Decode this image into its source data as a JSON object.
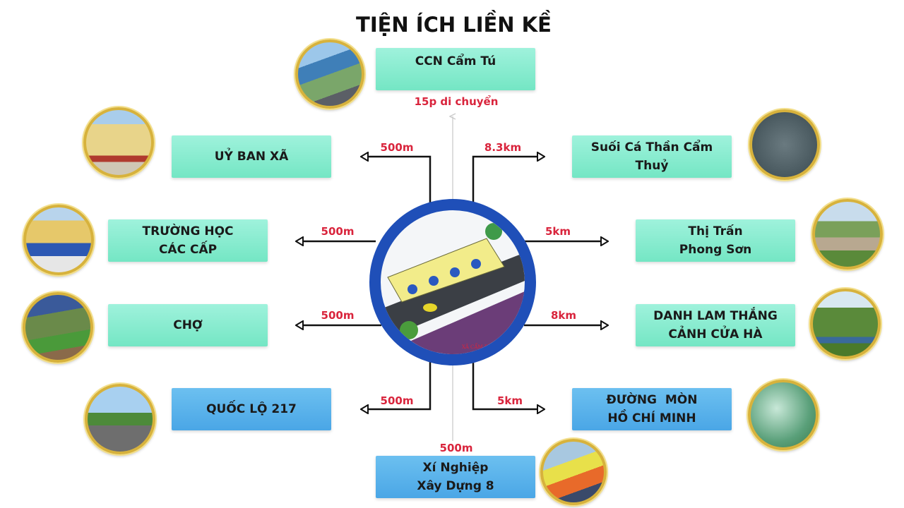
{
  "title": "TIỆN ÍCH LIỀN KỀ",
  "hub": {
    "caption": "XÃ CẨM BÌNH - HU",
    "ring_color": "#1f4fb8"
  },
  "top": {
    "label": "CCN Cẩm Tú",
    "note": "15p di chuyển"
  },
  "bottom": {
    "label_line1": "Xí Nghiệp",
    "label_line2": "Xây Dựng 8",
    "distance": "500m"
  },
  "left": [
    {
      "label_line1": "UỶ BAN XÃ",
      "label_line2": "",
      "distance": "500m"
    },
    {
      "label_line1": "TRƯỜNG HỌC",
      "label_line2": "CÁC CẤP",
      "distance": "500m"
    },
    {
      "label_line1": "CHỢ",
      "label_line2": "",
      "distance": "500m"
    },
    {
      "label_line1": "QUỐC LỘ 217",
      "label_line2": "",
      "distance": "500m"
    }
  ],
  "right": [
    {
      "label_line1": "Suối Cá Thần Cẩm",
      "label_line2": "Thuỷ",
      "distance": "8.3km"
    },
    {
      "label_line1": "Thị Trấn",
      "label_line2": "Phong Sơn",
      "distance": "5km"
    },
    {
      "label_line1": "DANH LAM THẮNG",
      "label_line2": "CẢNH CỬA HÀ",
      "distance": "8km"
    },
    {
      "label_line1": "ĐƯỜNG  MÒN",
      "label_line2": "HỒ CHÍ MINH",
      "distance": "5km"
    }
  ],
  "colors": {
    "teal_box": "#86ecd0",
    "blue_box": "#5ab4ec",
    "distance_text": "#d9243c",
    "photo_rim": "#d7b23c"
  }
}
